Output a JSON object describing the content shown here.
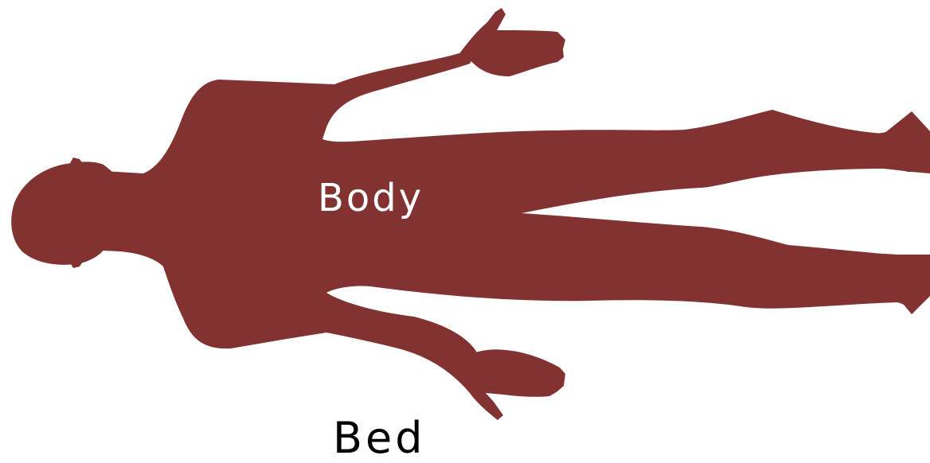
{
  "labels": {
    "body": "Body",
    "bed": "Bed"
  },
  "colors": {
    "silhouette": "#833232",
    "background": "#ffffff",
    "body_label": "#ffffff",
    "bed_label": "#000000"
  },
  "figure": {
    "icon": "human-silhouette-lying-supine"
  }
}
